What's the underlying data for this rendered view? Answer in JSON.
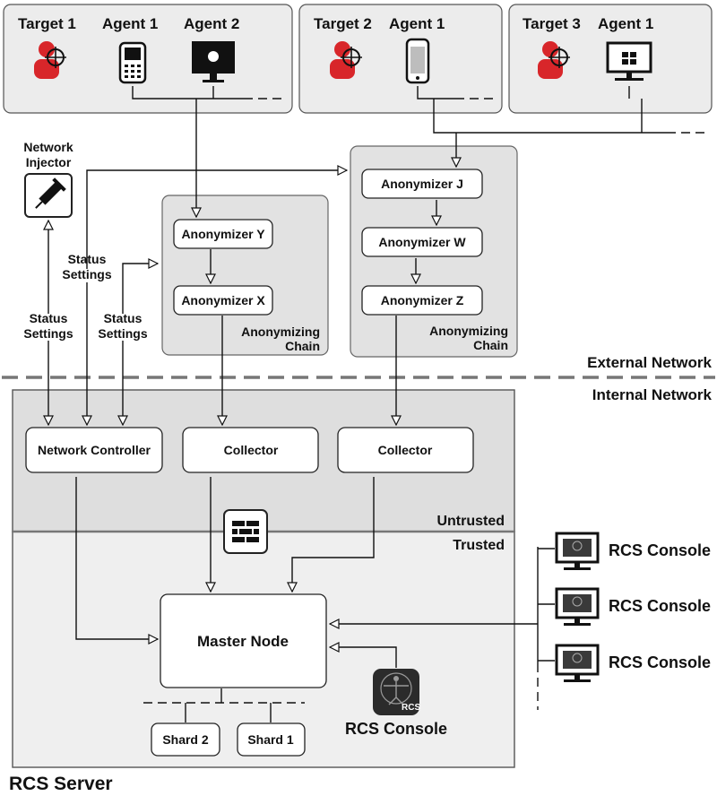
{
  "targets": [
    {
      "target": "Target 1",
      "agents": [
        "Agent 1",
        "Agent 2"
      ]
    },
    {
      "target": "Target 2",
      "agents": [
        "Agent 1"
      ]
    },
    {
      "target": "Target 3",
      "agents": [
        "Agent 1"
      ]
    }
  ],
  "network_injector": {
    "line1": "Network",
    "line2": "Injector"
  },
  "status_settings": {
    "line1": "Status",
    "line2": "Settings"
  },
  "chain_left": {
    "nodes": [
      "Anonymizer Y",
      "Anonymizer X"
    ],
    "label1": "Anonymizing",
    "label2": "Chain"
  },
  "chain_right": {
    "nodes": [
      "Anonymizer J",
      "Anonymizer W",
      "Anonymizer Z"
    ],
    "label1": "Anonymizing",
    "label2": "Chain"
  },
  "networks": {
    "external": "External Network",
    "internal": "Internal Network"
  },
  "zones": {
    "untrusted": "Untrusted",
    "trusted": "Trusted"
  },
  "nodes": {
    "network_controller": "Network Controller",
    "collector_1": "Collector",
    "collector_2": "Collector",
    "master": "Master Node",
    "shard_2": "Shard 2",
    "shard_1": "Shard 1"
  },
  "consoles": {
    "local": "RCS Console",
    "remote": [
      "RCS Console",
      "RCS Console",
      "RCS Console"
    ],
    "badge": "RCS"
  },
  "server_label": "RCS Server"
}
